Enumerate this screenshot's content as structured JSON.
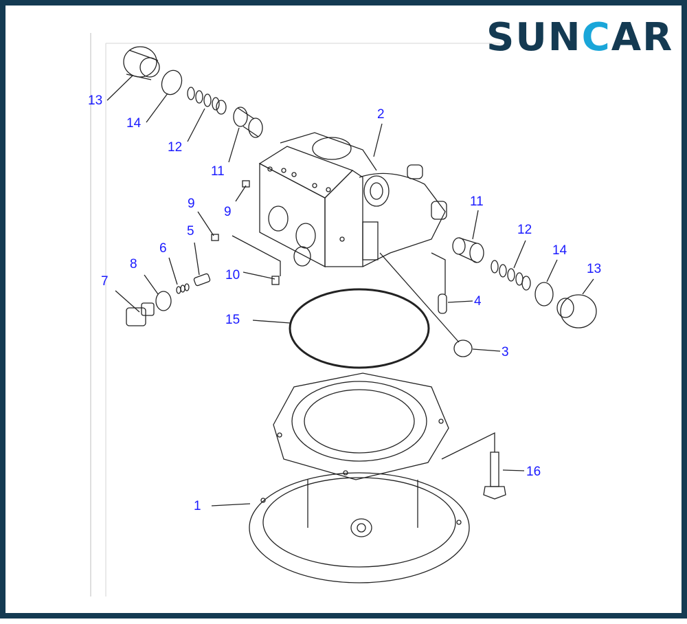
{
  "brand": {
    "logo_text": "SUNCAR",
    "brand_color": "#143a52",
    "accent_color": "#1aa6d9"
  },
  "callouts": [
    {
      "id": "13a",
      "text": "13"
    },
    {
      "id": "14a",
      "text": "14"
    },
    {
      "id": "12a",
      "text": "12"
    },
    {
      "id": "11a",
      "text": "11"
    },
    {
      "id": "2",
      "text": "2"
    },
    {
      "id": "9a",
      "text": "9"
    },
    {
      "id": "9b",
      "text": "9"
    },
    {
      "id": "5",
      "text": "5"
    },
    {
      "id": "6",
      "text": "6"
    },
    {
      "id": "7",
      "text": "7"
    },
    {
      "id": "8",
      "text": "8"
    },
    {
      "id": "10",
      "text": "10"
    },
    {
      "id": "11b",
      "text": "11"
    },
    {
      "id": "12b",
      "text": "12"
    },
    {
      "id": "14b",
      "text": "14"
    },
    {
      "id": "13b",
      "text": "13"
    },
    {
      "id": "4",
      "text": "4"
    },
    {
      "id": "15",
      "text": "15"
    },
    {
      "id": "3",
      "text": "3"
    },
    {
      "id": "16",
      "text": "16"
    },
    {
      "id": "1",
      "text": "1"
    }
  ],
  "label_color": "#1a1aff"
}
